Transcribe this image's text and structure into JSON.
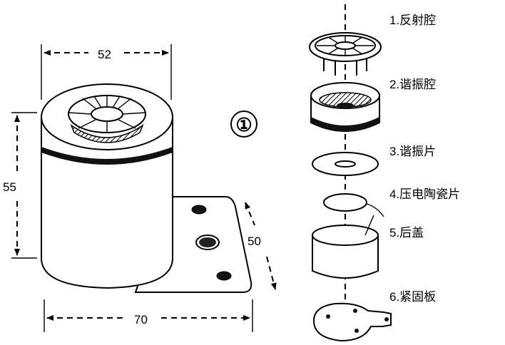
{
  "dimensions": {
    "top_width": "52",
    "height": "55",
    "plate_depth": "50",
    "base_width": "70"
  },
  "figure_number": "①",
  "parts": [
    {
      "label": "1.反射腔"
    },
    {
      "label": "2.谐振腔"
    },
    {
      "label": "3.谐振片"
    },
    {
      "label": "4.压电陶瓷片"
    },
    {
      "label": "5.后盖"
    },
    {
      "label": "6.紧固板"
    }
  ]
}
